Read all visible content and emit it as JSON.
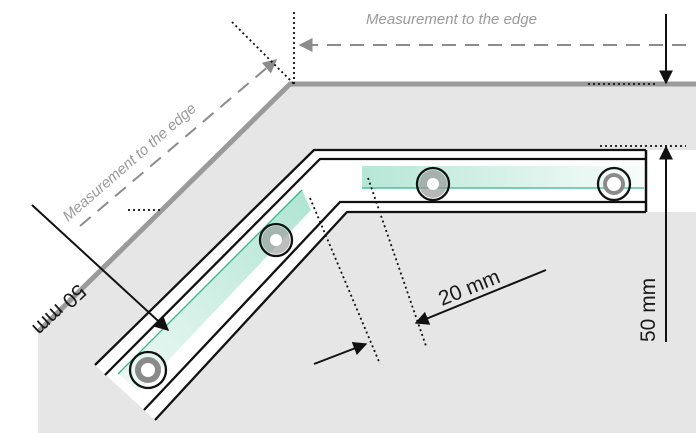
{
  "labels": {
    "edge_top": "Measurement to the edge",
    "edge_diagonal": "Measurement to the edge",
    "dim_width": "20 mm",
    "dim_vertical": "50 mm",
    "dim_diagonal": "50 mm"
  },
  "colors": {
    "panel_fill": "#e6e6e6",
    "panel_edge": "#9a9a9a",
    "strip_fill": "#ffffff",
    "strip_line": "#111111",
    "highlight": "#2eb88a",
    "dimension": "#111111",
    "measure_arrow": "#8c8c8c",
    "label_gray": "#9a9a9a"
  }
}
